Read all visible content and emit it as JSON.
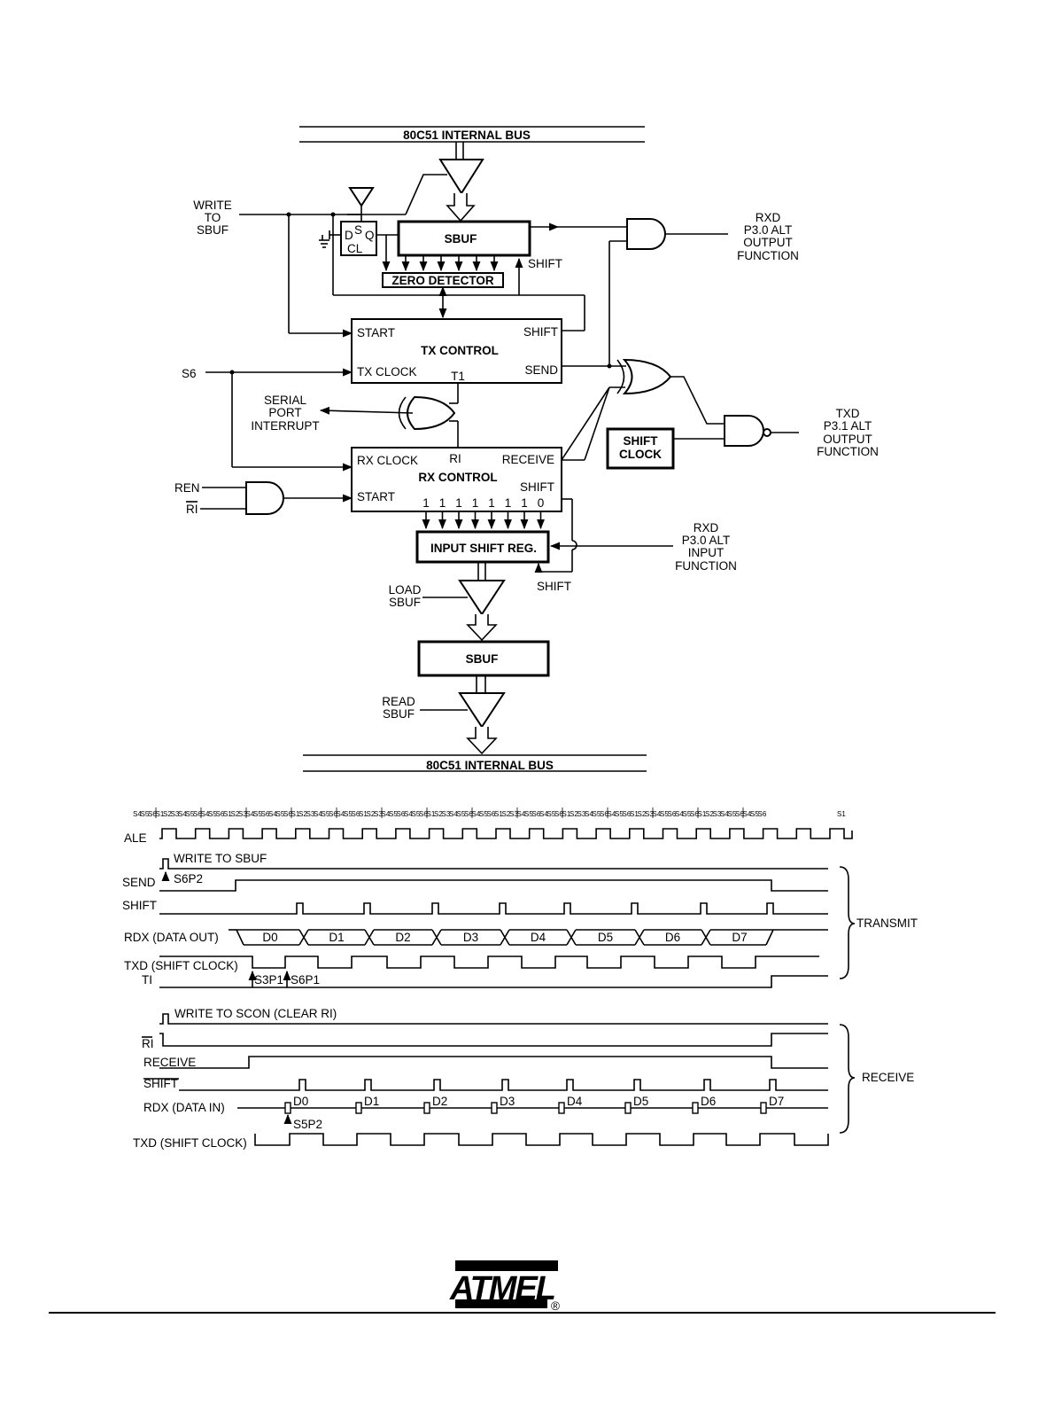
{
  "block_diagram": {
    "bus_top": "80C51 INTERNAL BUS",
    "bus_bottom": "80C51 INTERNAL BUS",
    "write_to_sbuf": [
      "WRITE",
      "TO",
      "SBUF"
    ],
    "d_label": "D",
    "s_label": "S",
    "q_label": "Q",
    "cl_label": "CL",
    "sbuf_tx": "SBUF",
    "shift_tx": "SHIFT",
    "zero_detector": "ZERO DETECTOR",
    "rxd_out": [
      "RXD",
      "P3.0 ALT",
      "OUTPUT",
      "FUNCTION"
    ],
    "tx_control": {
      "title": "TX CONTROL",
      "start": "START",
      "shift": "SHIFT",
      "tx_clock": "TX CLOCK",
      "send": "SEND",
      "t1": "T1"
    },
    "s6": "S6",
    "serial_port_interrupt": [
      "SERIAL",
      "PORT",
      "INTERRUPT"
    ],
    "txd_out": [
      "TXD",
      "P3.1 ALT",
      "OUTPUT",
      "FUNCTION"
    ],
    "shift_clock": [
      "SHIFT",
      "CLOCK"
    ],
    "rx_control": {
      "title": "RX CONTROL",
      "rx_clock": "RX CLOCK",
      "ri": "RI",
      "receive": "RECEIVE",
      "start": "START",
      "shift": "SHIFT",
      "bits": [
        "1",
        "1",
        "1",
        "1",
        "1",
        "1",
        "1",
        "0"
      ]
    },
    "ren": "REN",
    "ri_bar": "RI",
    "input_shift_reg": "INPUT SHIFT REG.",
    "rxd_in": [
      "RXD",
      "P3.0 ALT",
      "INPUT",
      "FUNCTION"
    ],
    "shift_rx": "SHIFT",
    "load_sbuf": [
      "LOAD",
      "SBUF"
    ],
    "sbuf_rx": "SBUF",
    "read_sbuf": [
      "READ",
      "SBUF"
    ]
  },
  "timing": {
    "state_labels": [
      "S4",
      "S5",
      "S6",
      "S1",
      "S2",
      "S3",
      "S4",
      "S5",
      "S6"
    ],
    "state_last": "S1",
    "ale": "ALE",
    "write_to_sbuf": "WRITE TO SBUF",
    "send": "SEND",
    "s6p2": "S6P2",
    "shift_t": "SHIFT",
    "rdx_out": "RDX (DATA OUT)",
    "data_bits": [
      "D0",
      "D1",
      "D2",
      "D3",
      "D4",
      "D5",
      "D6",
      "D7"
    ],
    "txd_t": "TXD (SHIFT CLOCK)",
    "ti": "TI",
    "s3p1": "S3P1",
    "s6p1": "S6P1",
    "transmit": "TRANSMIT",
    "write_to_scon": "WRITE TO SCON (CLEAR RI)",
    "ri": "RI",
    "receive": "RECEIVE",
    "receive_label": "RECEIVE",
    "shift_r": "SHIFT",
    "rdx_in": "RDX (DATA IN)",
    "s5p2": "S5P2",
    "txd_r": "TXD (SHIFT CLOCK)"
  },
  "footer": {
    "logo_text": "ATMEL",
    "registered": "®"
  }
}
